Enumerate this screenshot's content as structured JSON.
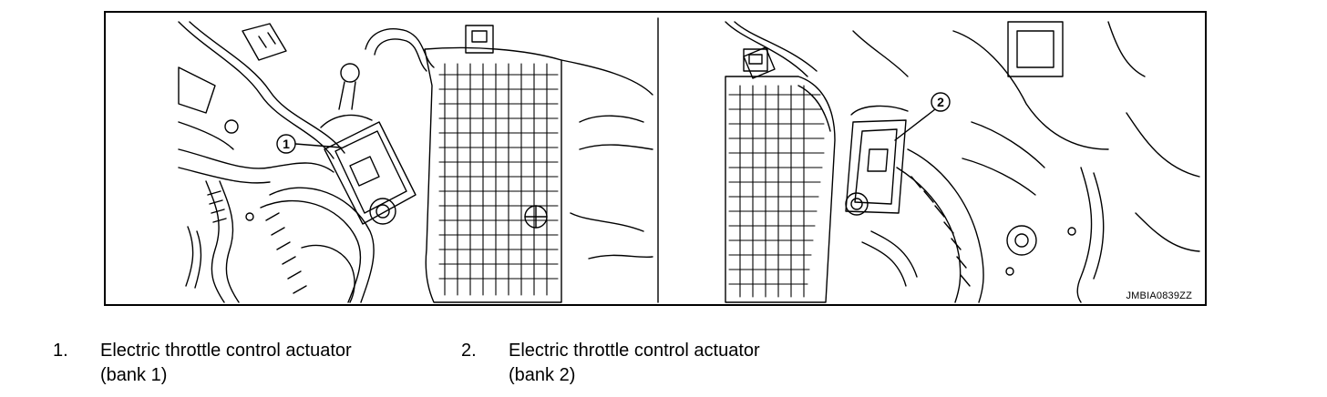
{
  "figure": {
    "code": "JMBIA0839ZZ",
    "callouts": [
      "1",
      "2"
    ]
  },
  "legend": [
    {
      "number": "1.",
      "line1": "Electric throttle control actuator",
      "line2": "(bank 1)"
    },
    {
      "number": "2.",
      "line1": "Electric throttle control actuator",
      "line2": "(bank 2)"
    }
  ]
}
